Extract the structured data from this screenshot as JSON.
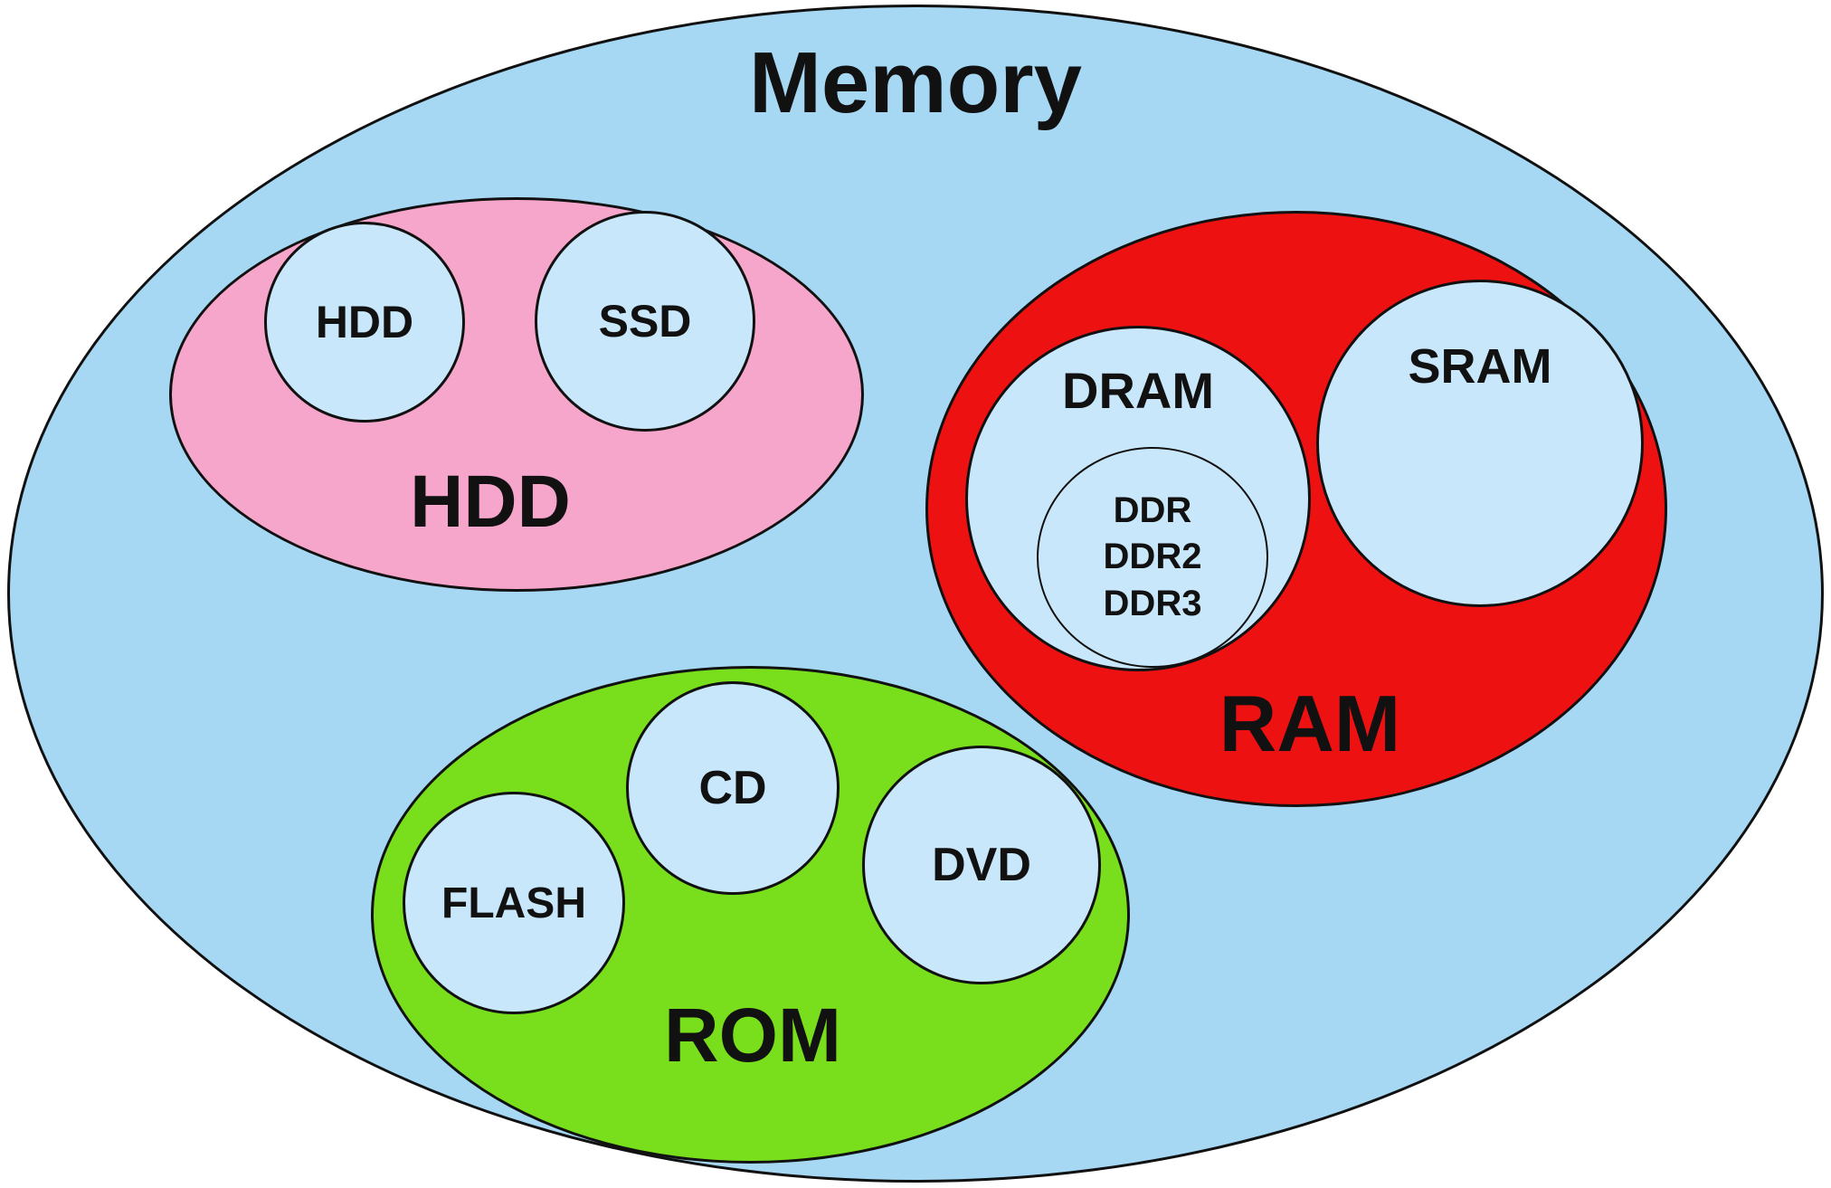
{
  "title": "Memory",
  "colors": {
    "canvas": "#ffffff",
    "outer": "#a6d8f3",
    "leaf": "#c9e7fa",
    "hdd": "#f7a6cb",
    "ram": "#ee1111",
    "rom": "#79de1c",
    "stroke": "#111111",
    "text": "#111111"
  },
  "groups": {
    "storage": {
      "label": "HDD",
      "items": {
        "hdd": "HDD",
        "ssd": "SSD"
      }
    },
    "ram": {
      "label": "RAM",
      "items": {
        "dram": "DRAM",
        "sram": "SRAM"
      },
      "ddr": {
        "lines": [
          "DDR",
          "DDR2",
          "DDR3"
        ]
      }
    },
    "rom": {
      "label": "ROM",
      "items": {
        "flash": "FLASH",
        "cd": "CD",
        "dvd": "DVD"
      }
    }
  }
}
